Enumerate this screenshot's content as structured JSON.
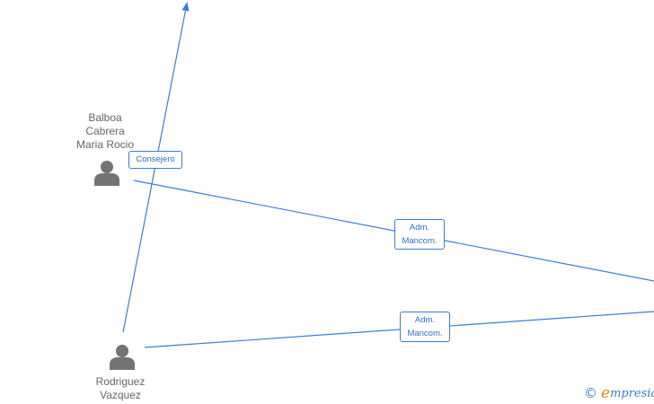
{
  "people": [
    {
      "id": "balboa",
      "name": "Balboa\nCabrera\nMaria Rocio"
    },
    {
      "id": "rodriguez",
      "name": "Rodriguez\nVazquez"
    }
  ],
  "edges": [
    {
      "id": "consejero",
      "label": "Consejero"
    },
    {
      "id": "adm1",
      "label": "Adm.\nMancom."
    },
    {
      "id": "adm2",
      "label": "Adm.\nMancom."
    }
  ],
  "brand": {
    "copyright": "©",
    "e": "e",
    "rest": "mpresia"
  },
  "colors": {
    "edge": "#3b7dd8",
    "person": "#737373",
    "brand_blue": "#3a7fc8",
    "brand_orange": "#e8891a"
  }
}
